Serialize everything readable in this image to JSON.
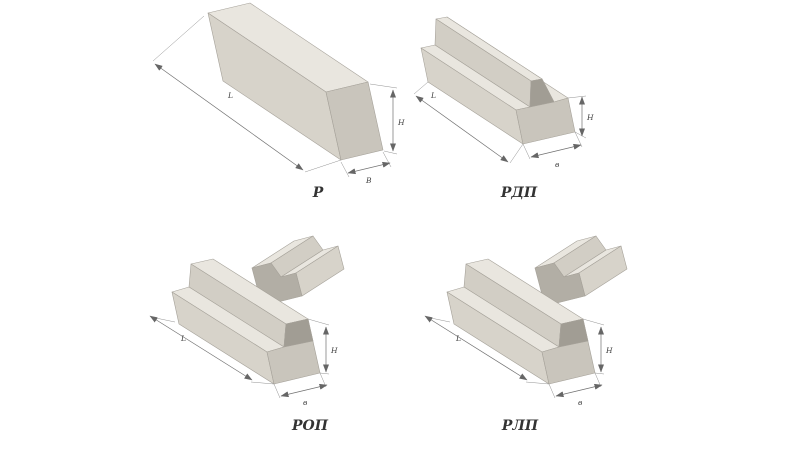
{
  "page": {
    "background": "#ffffff"
  },
  "figures": [
    {
      "id": "r",
      "label": "Р",
      "dims": {
        "length": "L",
        "height": "H",
        "width": "B"
      }
    },
    {
      "id": "rdp",
      "label": "РДП",
      "dims": {
        "length": "L",
        "height": "H",
        "width": "в"
      }
    },
    {
      "id": "rop",
      "label": "РОП",
      "dims": {
        "length": "L",
        "height": "H",
        "width": "в"
      }
    },
    {
      "id": "rlp",
      "label": "РЛП",
      "dims": {
        "length": "L",
        "height": "H",
        "width": "в"
      }
    }
  ],
  "colors": {
    "face_top": "#e9e6df",
    "face_side": "#d7d3ca",
    "face_slant": "#d2cec5",
    "face_end": "#c9c5bc",
    "face_dark": "#a19d94",
    "section_face_dark": "#b2aea5",
    "outline": "#a6a29a",
    "dimension_line": "#707070",
    "label_color": "#333333"
  }
}
